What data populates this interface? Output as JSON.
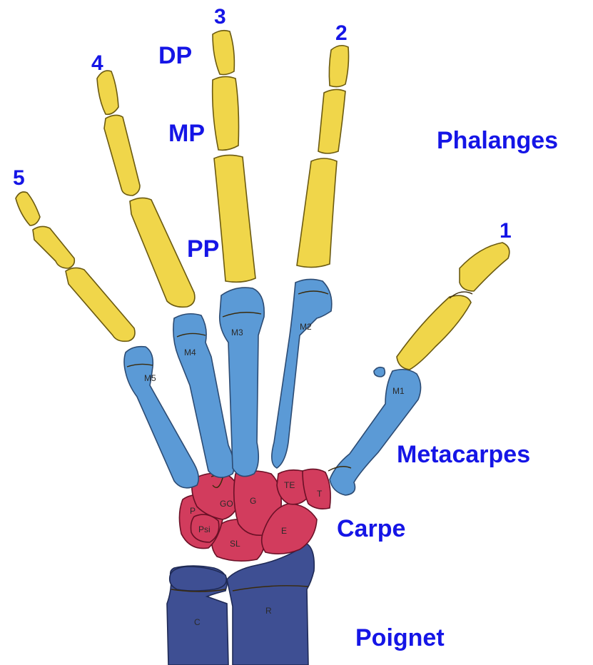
{
  "labels": {
    "finger_1": "1",
    "finger_2": "2",
    "finger_3": "3",
    "finger_4": "4",
    "finger_5": "5",
    "dp": "DP",
    "mp": "MP",
    "pp": "PP",
    "phalanges": "Phalanges",
    "metacarpes": "Metacarpes",
    "carpe": "Carpe",
    "poignet": "Poignet"
  },
  "bone_labels": {
    "m1": "M1",
    "m2": "M2",
    "m3": "M3",
    "m4": "M4",
    "m5": "M5",
    "te": "TE",
    "t": "T",
    "go": "GO",
    "g": "G",
    "p": "P",
    "psi": "Psi",
    "sl": "SL",
    "e": "E",
    "c": "C",
    "r": "R"
  },
  "colors": {
    "phalanges": "#f0d64a",
    "metacarpals": "#5b9ad6",
    "carpals": "#d23c5d",
    "wrist": "#3e4f93",
    "label_text": "#1515e6"
  }
}
